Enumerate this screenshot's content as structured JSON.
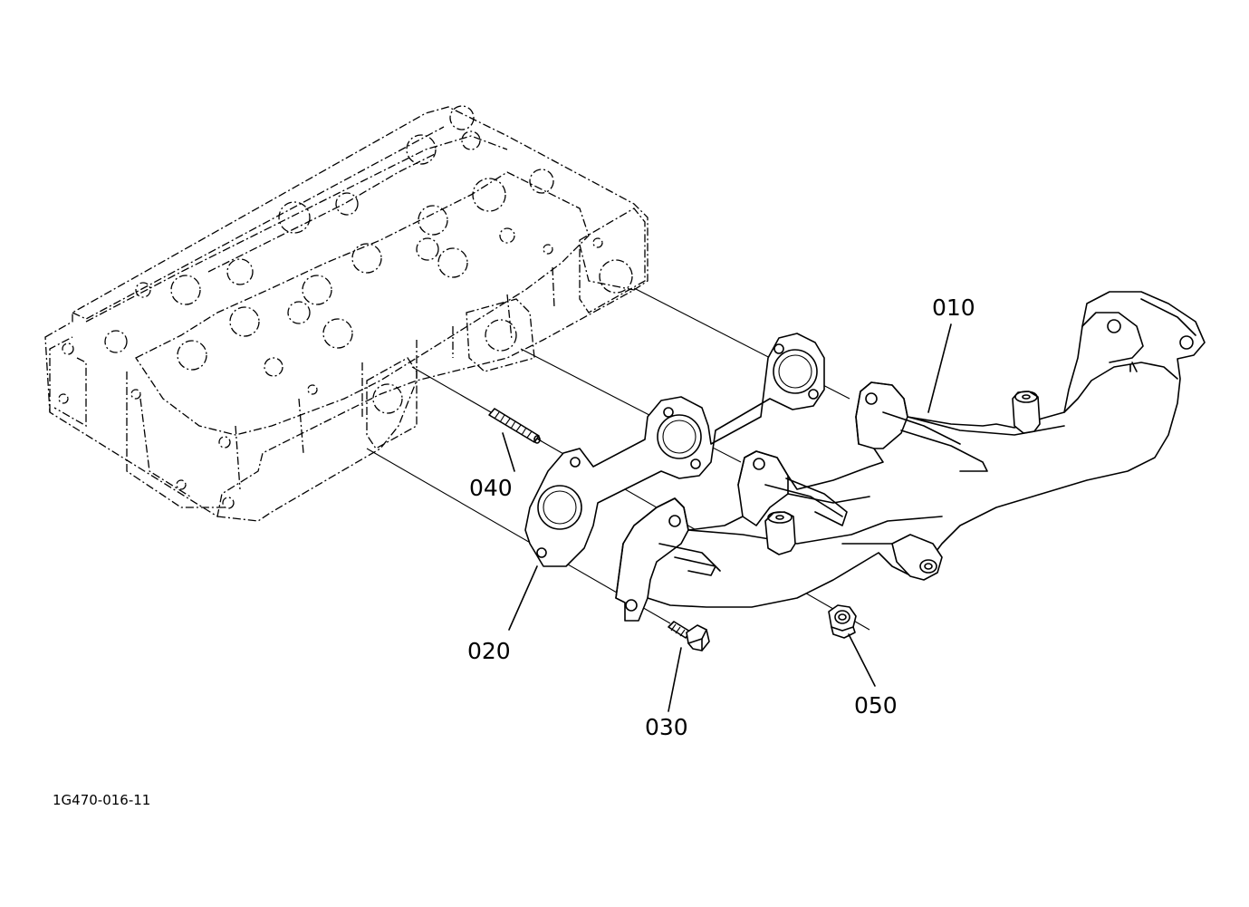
{
  "diagram": {
    "drawing_code": "1G470-016-11",
    "parts": [
      {
        "id": "part-010",
        "number": "010"
      },
      {
        "id": "part-020",
        "number": "020"
      },
      {
        "id": "part-030",
        "number": "030"
      },
      {
        "id": "part-040",
        "number": "040"
      },
      {
        "id": "part-050",
        "number": "050"
      }
    ]
  }
}
